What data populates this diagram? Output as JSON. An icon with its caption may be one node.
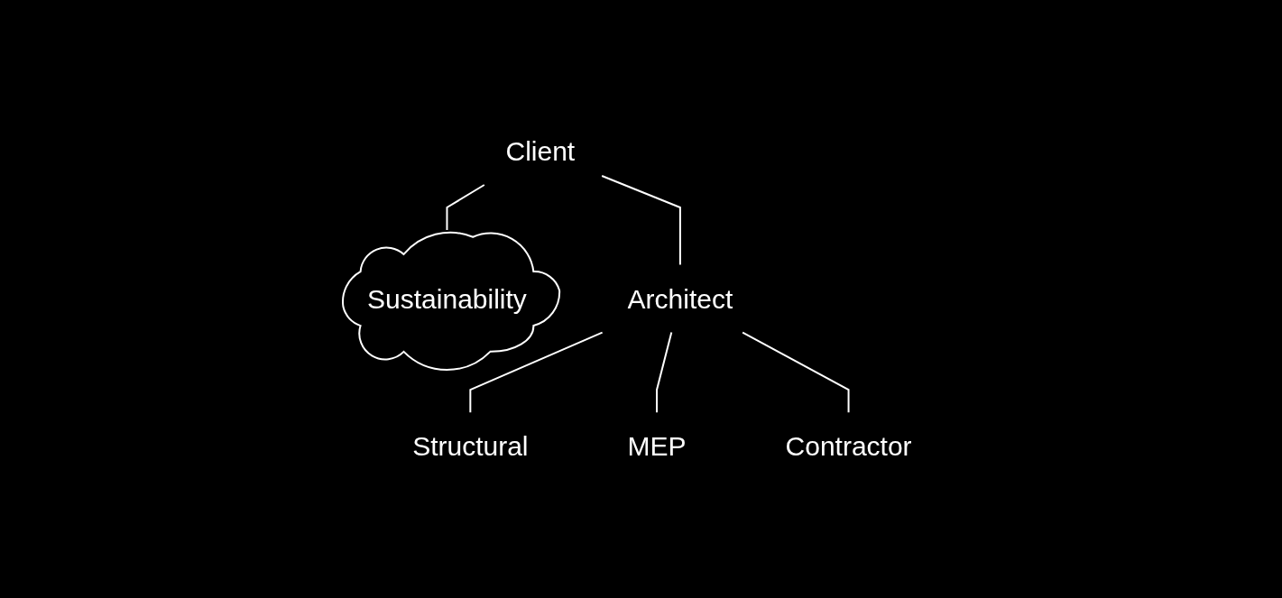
{
  "diagram": {
    "nodes": [
      {
        "text": [
          "Client"
        ]
      },
      {
        "text": [
          "Sustainability"
        ]
      },
      {
        "text": [
          "Architect"
        ]
      },
      {
        "text": [
          "Structural"
        ]
      },
      {
        "text": [
          "MEP"
        ]
      },
      {
        "text": [
          "Contractor"
        ]
      }
    ],
    "edges": [
      {
        "from": 0,
        "to": 1,
        "arrow": "none"
      },
      {
        "from": 0,
        "to": 2,
        "arrow": "none"
      },
      {
        "from": 2,
        "to": 3,
        "arrow": "none"
      },
      {
        "from": 2,
        "to": 4,
        "arrow": "none"
      },
      {
        "from": 2,
        "to": 5,
        "arrow": "none"
      }
    ]
  }
}
